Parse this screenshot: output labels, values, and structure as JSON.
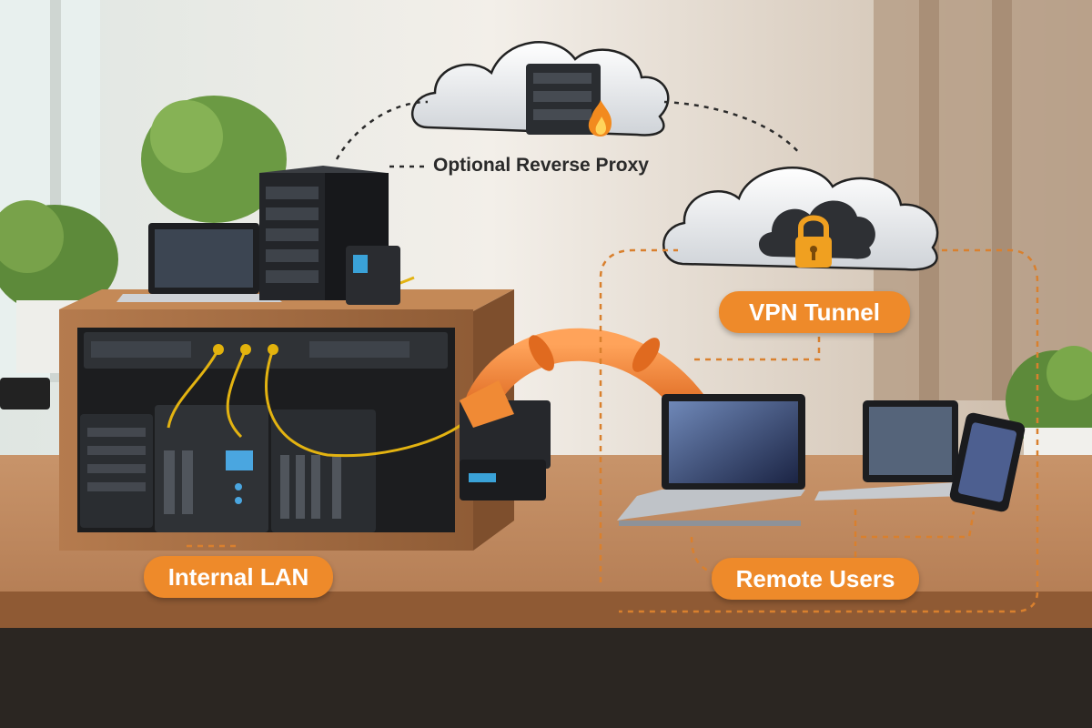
{
  "labels": {
    "reverse_proxy": "Optional Reverse Proxy",
    "vpn_tunnel": "VPN Tunnel",
    "internal_lan": "Internal LAN",
    "remote_users": "Remote Users"
  },
  "icons": {
    "proxy_cloud": "cloud-server-flame-icon",
    "vpn_cloud": "cloud-padlock-icon"
  },
  "colors": {
    "accent_orange": "#ee8a2a",
    "dashed_dark": "#2b2b2b",
    "dashed_orange": "#d9802e",
    "wood": "#b0764a",
    "server_dark": "#2a2d31"
  }
}
